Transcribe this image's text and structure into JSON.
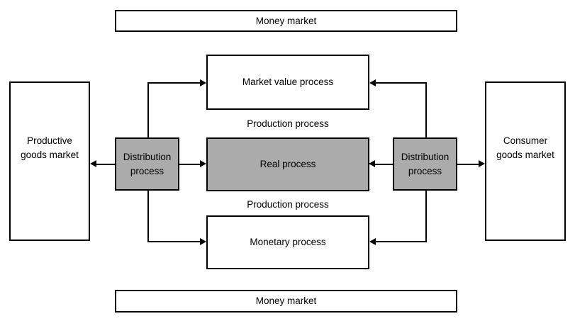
{
  "diagram": {
    "description": "Economic circulation block diagram",
    "colors": {
      "process_box_fill": "#ababab",
      "market_box_fill": "#ffffff",
      "border": "#000000",
      "background": "#ffffff",
      "text": "#000000"
    },
    "nodes": {
      "money_market_top": {
        "label": "Money market"
      },
      "money_market_bottom": {
        "label": "Money market"
      },
      "productive_goods_market": {
        "label": "Productive goods market"
      },
      "consumer_goods_market": {
        "label": "Consumer goods market"
      },
      "market_value_process": {
        "label": "Market value process"
      },
      "real_process": {
        "label": "Real process"
      },
      "monetary_process": {
        "label": "Monetary process"
      },
      "distribution_process_left": {
        "label": "Distribution process"
      },
      "distribution_process_right": {
        "label": "Distribution process"
      },
      "production_process_top": {
        "label": "Production process"
      },
      "production_process_bottom": {
        "label": "Production process"
      }
    },
    "edges": [
      "distribution_process_left -> productive_goods_market",
      "distribution_process_left -> market_value_process",
      "distribution_process_left -> real_process",
      "distribution_process_left -> monetary_process",
      "distribution_process_right -> consumer_goods_market",
      "distribution_process_right -> market_value_process",
      "distribution_process_right -> real_process",
      "distribution_process_right -> monetary_process"
    ]
  }
}
